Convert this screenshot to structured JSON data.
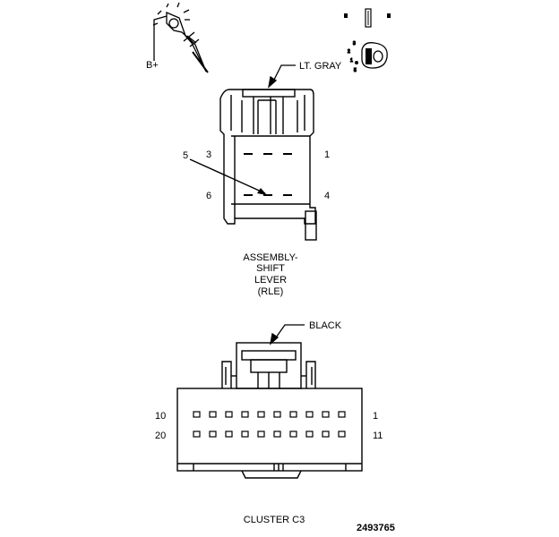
{
  "test_probe": {
    "label": "B+"
  },
  "connector_rle": {
    "color_label": "LT. GRAY",
    "pins": {
      "p1": "1",
      "p3": "3",
      "p4": "4",
      "p5": "5",
      "p6": "6"
    },
    "name_lines": [
      "ASSEMBLY-",
      "SHIFT",
      "LEVER",
      "(RLE)"
    ]
  },
  "connector_c3": {
    "color_label": "BLACK",
    "pins": {
      "p1": "1",
      "p10": "10",
      "p11": "11",
      "p20": "20"
    },
    "name": "CLUSTER C3"
  },
  "figure_number": "2493765",
  "icons": [
    "lamp-probe-icon",
    "ignition-key-icon",
    "fuse-icon"
  ]
}
